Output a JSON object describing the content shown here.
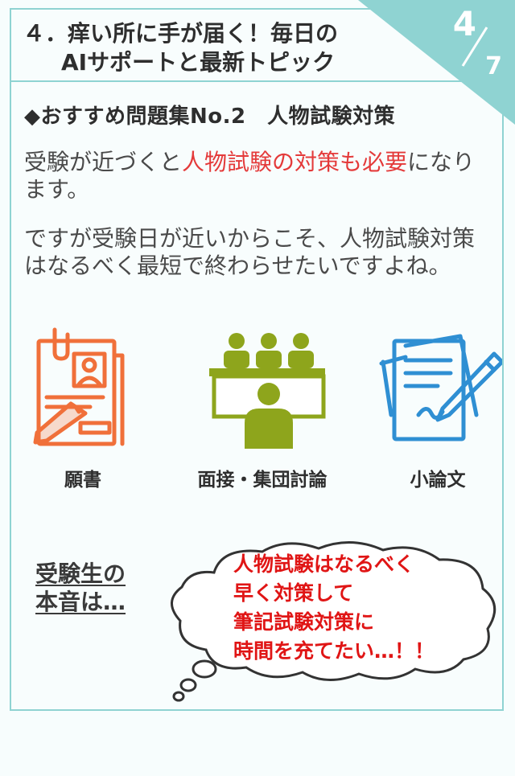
{
  "header": {
    "title_line1": "４．痒い所に手が届く！毎日の",
    "title_line2": "AIサポートと最新トピック",
    "page_current": "4",
    "page_total": "7",
    "accent_color": "#8fd3d2"
  },
  "section": {
    "title": "◆おすすめ問題集No.2　人物試験対策"
  },
  "paragraph1": {
    "before": "受験が近づくと",
    "highlight": "人物試験の対策も必要",
    "after": "になります。"
  },
  "paragraph2": {
    "text": "ですが受験日が近いからこそ、人物試験対策はなるべく最短で終わらせたいですよね。"
  },
  "icons": [
    {
      "label": "願書",
      "icon": "application-form-icon",
      "color": "#f0703a"
    },
    {
      "label": "面接・集団討論",
      "icon": "interview-icon",
      "color": "#8ea51c"
    },
    {
      "label": "小論文",
      "icon": "essay-writing-icon",
      "color": "#2f8fd3"
    }
  ],
  "voice": {
    "label": "受験生の本音は…",
    "thought_lines": [
      "人物試験はなるべく",
      "早く対策して",
      "筆記試験対策に",
      "時間を充てたい…！！"
    ],
    "highlight_color": "#e01515"
  }
}
